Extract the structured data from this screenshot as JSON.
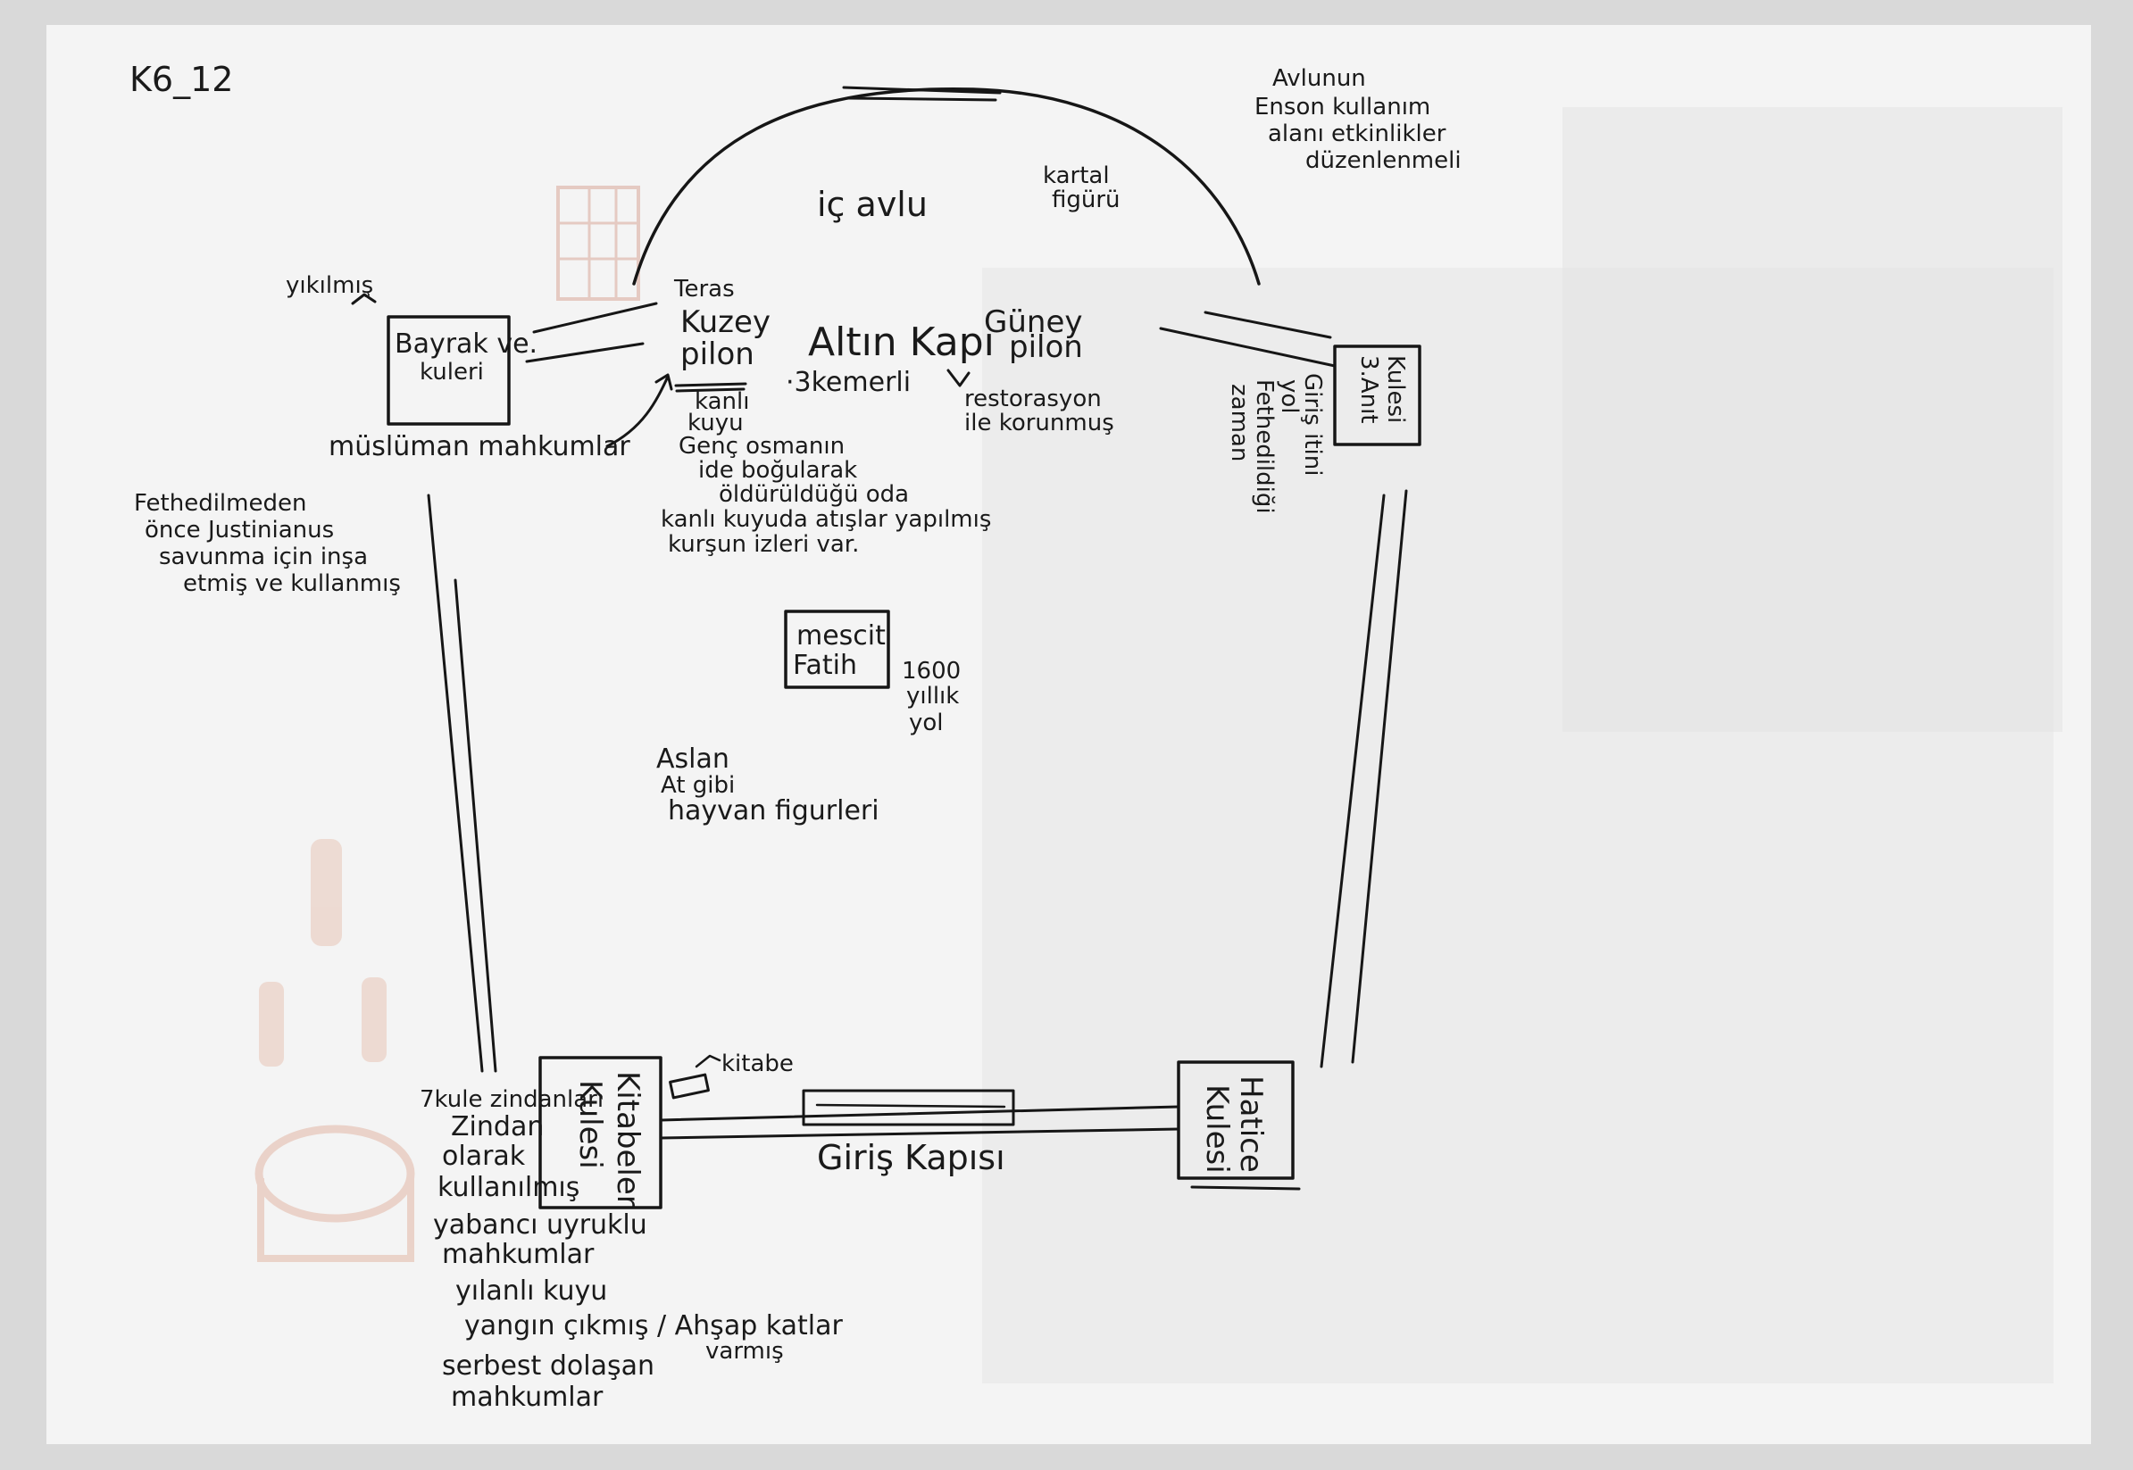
{
  "sheet_code": "K6_12",
  "notes": {
    "avlu_note": [
      "Avlunun",
      "Enson kullanım",
      "alanı etkinlikler",
      "düzenlenmeli"
    ],
    "ic_avlu": "iç avlu",
    "kartal": [
      "kartal",
      "figürü"
    ],
    "yikilmis": "yıkılmış",
    "teras": "Teras",
    "kuzey_pilon": [
      "Kuzey",
      "pilon"
    ],
    "altin_kapi": "Altın Kapı",
    "uc_kemerli": "·3kemerli",
    "guney_pilon": [
      "Güney",
      "pilon"
    ],
    "restorasyon": [
      "restorasyon",
      "ile korunmuş"
    ],
    "kanli_kuyu": [
      "kanlı",
      "kuyu"
    ],
    "genc_osman": [
      "Genç osmanın",
      "ide boğularak",
      "öldürüldüğü oda",
      "kanlı kuyuda atışlar yapılmış",
      "kurşun izleri var."
    ],
    "muslim": "müslüman mahkumlar",
    "fethedilmeden": [
      "Fethedilmeden",
      "önce Justinianus",
      "savunma için inşa",
      "etmiş ve kullanmış"
    ],
    "giris_yolu": [
      "Giriş itini",
      "yol",
      "Fethedildiği",
      "zaman"
    ],
    "mescit": [
      "mescit",
      "Fatih"
    ],
    "yil1600": [
      "1600",
      "yıllık",
      "yol"
    ],
    "aslan": [
      "Aslan",
      "At gibi",
      "hayvan figurleri"
    ],
    "kitabe": "kitabe",
    "yedikule": [
      "7kule zindanları",
      "Zindan",
      "olarak",
      "kullanılmış"
    ],
    "yabanci": [
      "yabancı uyruklu",
      "mahkumlar"
    ],
    "yilanli": "yılanlı kuyu",
    "yangin": [
      "yangın çıkmış / Ahşap katlar",
      "varmış"
    ],
    "serbest": [
      "serbest dolaşan",
      "mahkumlar"
    ],
    "giris_kapisi": "Giriş Kapısı"
  },
  "towers": {
    "bayrak": [
      "Bayrak ve.",
      "kuleri"
    ],
    "uc_anit": [
      "3.Anıt",
      "Kulesi"
    ],
    "kitabeler": [
      "Kitabeler",
      "Kulesi"
    ],
    "hatice": [
      "Hatice",
      "Kulesi"
    ]
  }
}
